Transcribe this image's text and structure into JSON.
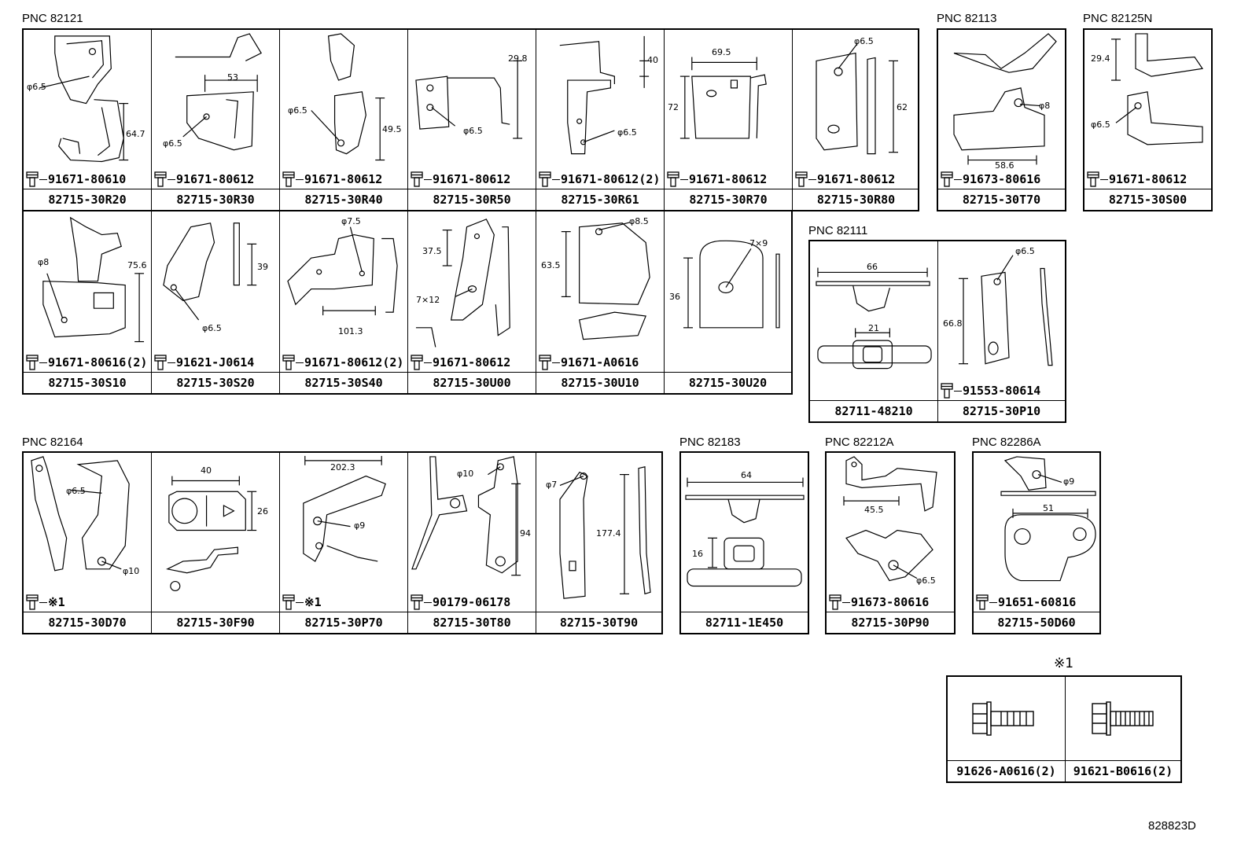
{
  "groups": [
    {
      "pnc": "PNC 82121",
      "cells": [
        {
          "part": "82715-30R20",
          "bolt": "91671-80610",
          "dims": [
            "φ6.5",
            "64.7"
          ]
        },
        {
          "part": "82715-30R30",
          "bolt": "91671-80612",
          "dims": [
            "53",
            "φ6.5"
          ]
        },
        {
          "part": "82715-30R40",
          "bolt": "91671-80612",
          "dims": [
            "φ6.5",
            "49.5"
          ]
        },
        {
          "part": "82715-30R50",
          "bolt": "91671-80612",
          "dims": [
            "29.8",
            "φ6.5"
          ]
        },
        {
          "part": "82715-30R61",
          "bolt": "91671-80612(2)",
          "dims": [
            "40",
            "φ6.5"
          ]
        },
        {
          "part": "82715-30R70",
          "bolt": "91671-80612",
          "dims": [
            "69.5",
            "72"
          ]
        },
        {
          "part": "82715-30R80",
          "bolt": "91671-80612",
          "dims": [
            "φ6.5",
            "62"
          ]
        }
      ]
    },
    {
      "pnc": "PNC 82113",
      "cells": [
        {
          "part": "82715-30T70",
          "bolt": "91673-80616",
          "dims": [
            "φ8",
            "58.6"
          ]
        }
      ]
    },
    {
      "pnc": "PNC 82125N",
      "cells": [
        {
          "part": "82715-30S00",
          "bolt": "91671-80612",
          "dims": [
            "29.4",
            "φ6.5"
          ]
        }
      ]
    },
    {
      "pnc": "",
      "cells": [
        {
          "part": "82715-30S10",
          "bolt": "91671-80616(2)",
          "dims": [
            "φ8",
            "75.6"
          ]
        },
        {
          "part": "82715-30S20",
          "bolt": "91621-J0614",
          "dims": [
            "39",
            "φ6.5"
          ]
        },
        {
          "part": "82715-30S40",
          "bolt": "91671-80612(2)",
          "dims": [
            "φ7.5",
            "101.3"
          ]
        },
        {
          "part": "82715-30U00",
          "bolt": "91671-80612",
          "dims": [
            "37.5",
            "7×12"
          ]
        },
        {
          "part": "82715-30U10",
          "bolt": "91671-A0616",
          "dims": [
            "φ8.5",
            "63.5"
          ]
        },
        {
          "part": "82715-30U20",
          "bolt": "",
          "dims": [
            "7×9",
            "36"
          ]
        }
      ]
    },
    {
      "pnc": "PNC 82111",
      "cells": [
        {
          "part": "82711-48210",
          "bolt": "",
          "dims": [
            "66",
            "21"
          ]
        },
        {
          "part": "82715-30P10",
          "bolt": "91553-80614",
          "dims": [
            "φ6.5",
            "66.8"
          ]
        }
      ]
    },
    {
      "pnc": "PNC 82164",
      "cells": [
        {
          "part": "82715-30D70",
          "bolt": "※1",
          "dims": [
            "φ6.5",
            "φ10"
          ]
        },
        {
          "part": "82715-30F90",
          "bolt": "",
          "dims": [
            "40",
            "26"
          ]
        },
        {
          "part": "82715-30P70",
          "bolt": "※1",
          "dims": [
            "202.3",
            "φ9"
          ]
        },
        {
          "part": "82715-30T80",
          "bolt": "90179-06178",
          "dims": [
            "φ10",
            "94"
          ]
        },
        {
          "part": "82715-30T90",
          "bolt": "",
          "dims": [
            "φ7",
            "177.4"
          ]
        }
      ]
    },
    {
      "pnc": "PNC 82183",
      "cells": [
        {
          "part": "82711-1E450",
          "bolt": "",
          "dims": [
            "64",
            "16"
          ]
        }
      ]
    },
    {
      "pnc": "PNC 82212A",
      "cells": [
        {
          "part": "82715-30P90",
          "bolt": "91673-80616",
          "dims": [
            "45.5",
            "φ6.5"
          ]
        }
      ]
    },
    {
      "pnc": "PNC 82286A",
      "cells": [
        {
          "part": "82715-50D60",
          "bolt": "91651-60816",
          "dims": [
            "φ9",
            "51"
          ]
        }
      ]
    }
  ],
  "note": {
    "title": "※1",
    "parts": [
      "91626-A0616(2)",
      "91621-B0616(2)"
    ]
  },
  "catalog_id": "828823D"
}
